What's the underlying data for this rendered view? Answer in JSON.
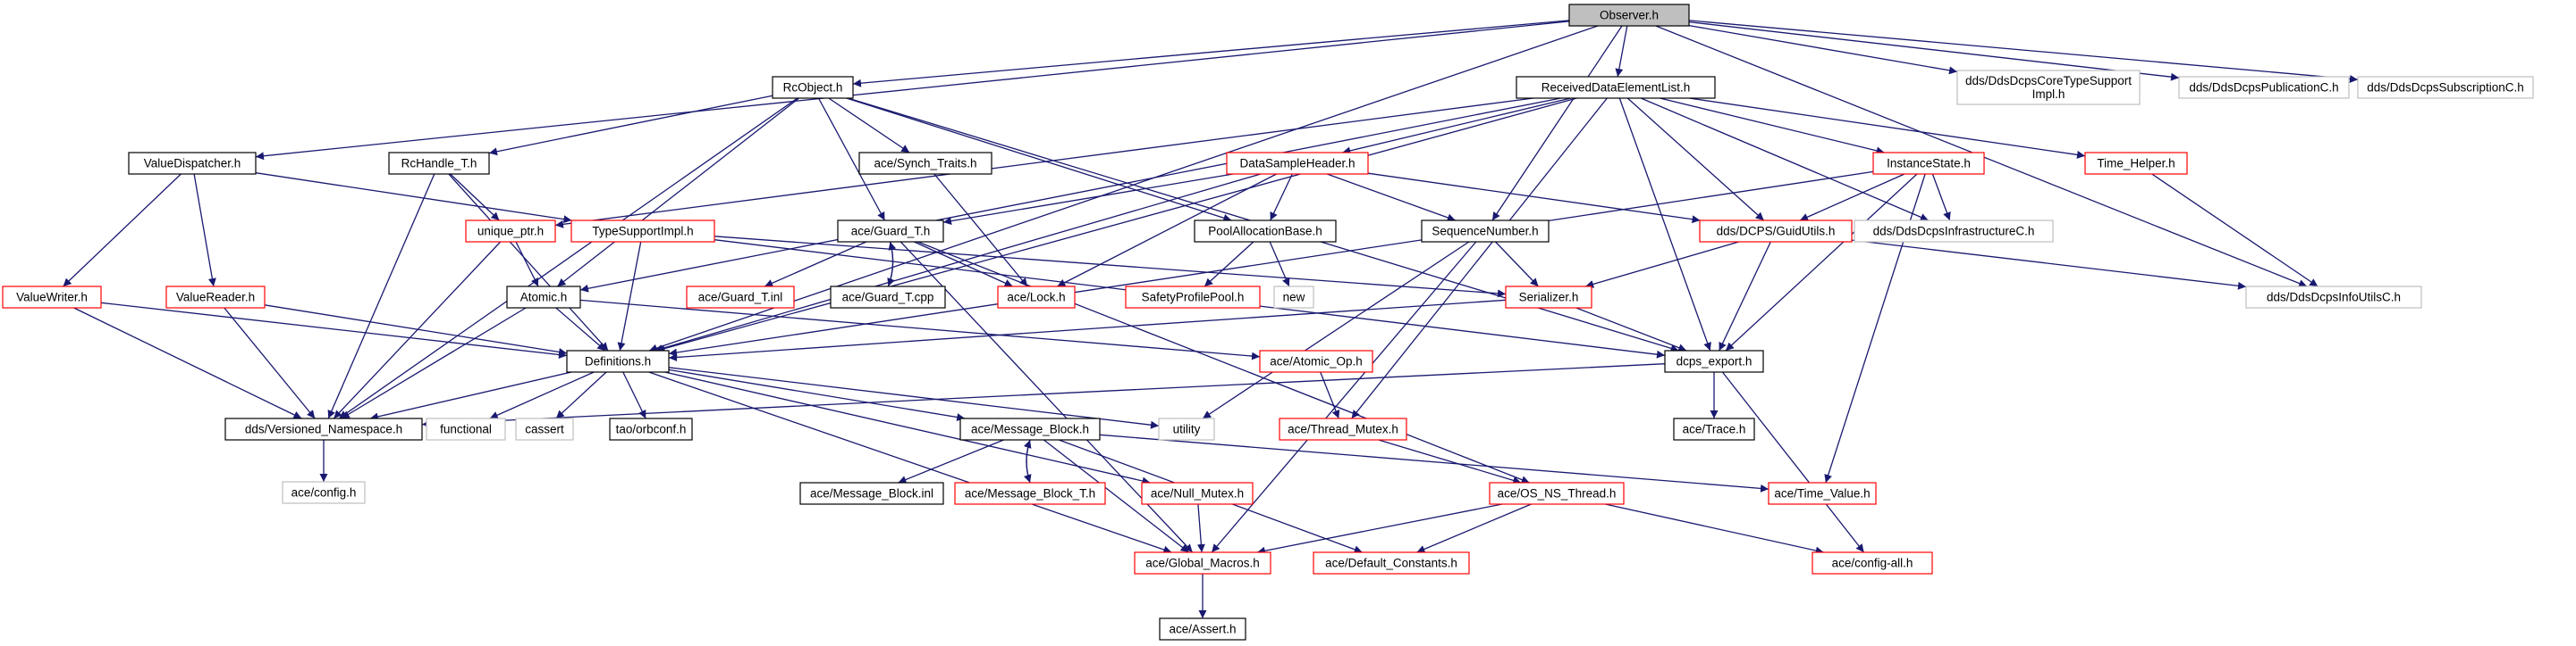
{
  "title": "Observer.h",
  "colors": {
    "edge": "#191970",
    "normal_border": "#000000",
    "red_border": "#ff0000",
    "gray_border": "#bfbfbf",
    "root_fill": "#bfbfbf",
    "fill": "#ffffff"
  },
  "nodes": [
    {
      "id": "observer",
      "label": "Observer.h",
      "style": "root",
      "link": false
    },
    {
      "id": "rcobject",
      "label": "RcObject.h",
      "style": "normal",
      "link": true
    },
    {
      "id": "received",
      "label": "ReceivedDataElementList.h",
      "style": "normal",
      "link": true
    },
    {
      "id": "coretype",
      "label": "dds/DdsDcpsCoreTypeSupport\nImpl.h",
      "style": "gray",
      "link": false
    },
    {
      "id": "publication",
      "label": "dds/DdsDcpsPublicationC.h",
      "style": "gray",
      "link": false
    },
    {
      "id": "subscription",
      "label": "dds/DdsDcpsSubscriptionC.h",
      "style": "gray",
      "link": false
    },
    {
      "id": "valuedispatcher",
      "label": "ValueDispatcher.h",
      "style": "normal",
      "link": true
    },
    {
      "id": "rchandle",
      "label": "RcHandle_T.h",
      "style": "normal",
      "link": true
    },
    {
      "id": "synch",
      "label": "ace/Synch_Traits.h",
      "style": "normal",
      "link": true
    },
    {
      "id": "datasampleheader",
      "label": "DataSampleHeader.h",
      "style": "red",
      "link": true
    },
    {
      "id": "instancestate",
      "label": "InstanceState.h",
      "style": "red",
      "link": true
    },
    {
      "id": "timehelper",
      "label": "Time_Helper.h",
      "style": "red",
      "link": true
    },
    {
      "id": "uniqueptr",
      "label": "unique_ptr.h",
      "style": "red",
      "link": true
    },
    {
      "id": "typesupportimpl",
      "label": "TypeSupportImpl.h",
      "style": "red",
      "link": true
    },
    {
      "id": "guardh",
      "label": "ace/Guard_T.h",
      "style": "normal",
      "link": true
    },
    {
      "id": "poolalloc",
      "label": "PoolAllocationBase.h",
      "style": "normal",
      "link": true
    },
    {
      "id": "seqnum",
      "label": "SequenceNumber.h",
      "style": "normal",
      "link": true
    },
    {
      "id": "guidutils",
      "label": "dds/DCPS/GuidUtils.h",
      "style": "red",
      "link": true
    },
    {
      "id": "infrastructure",
      "label": "dds/DdsDcpsInfrastructureC.h",
      "style": "gray",
      "link": false
    },
    {
      "id": "infoutils",
      "label": "dds/DdsDcpsInfoUtilsC.h",
      "style": "gray",
      "link": false
    },
    {
      "id": "valuewriter",
      "label": "ValueWriter.h",
      "style": "red",
      "link": true
    },
    {
      "id": "valuereader",
      "label": "ValueReader.h",
      "style": "red",
      "link": true
    },
    {
      "id": "atomic",
      "label": "Atomic.h",
      "style": "normal",
      "link": true
    },
    {
      "id": "guardinl",
      "label": "ace/Guard_T.inl",
      "style": "red",
      "link": true
    },
    {
      "id": "guardcpp",
      "label": "ace/Guard_T.cpp",
      "style": "normal",
      "link": true
    },
    {
      "id": "lock",
      "label": "ace/Lock.h",
      "style": "red",
      "link": true
    },
    {
      "id": "safetyprofile",
      "label": "SafetyProfilePool.h",
      "style": "red",
      "link": true
    },
    {
      "id": "new",
      "label": "new",
      "style": "gray",
      "link": false
    },
    {
      "id": "serializer",
      "label": "Serializer.h",
      "style": "red",
      "link": true
    },
    {
      "id": "definitions",
      "label": "Definitions.h",
      "style": "normal",
      "link": true
    },
    {
      "id": "atomicop",
      "label": "ace/Atomic_Op.h",
      "style": "red",
      "link": true
    },
    {
      "id": "dcpsexport",
      "label": "dcps_export.h",
      "style": "normal",
      "link": true
    },
    {
      "id": "versioned",
      "label": "dds/Versioned_Namespace.h",
      "style": "normal",
      "link": true
    },
    {
      "id": "functional",
      "label": "functional",
      "style": "gray",
      "link": false
    },
    {
      "id": "cassert",
      "label": "cassert",
      "style": "gray",
      "link": false
    },
    {
      "id": "orbconf",
      "label": "tao/orbconf.h",
      "style": "normal",
      "link": true
    },
    {
      "id": "utility",
      "label": "utility",
      "style": "gray",
      "link": false
    },
    {
      "id": "threadmutex",
      "label": "ace/Thread_Mutex.h",
      "style": "red",
      "link": true
    },
    {
      "id": "acetrace",
      "label": "ace/Trace.h",
      "style": "normal",
      "link": true
    },
    {
      "id": "aceconfig",
      "label": "ace/config.h",
      "style": "gray",
      "link": false
    },
    {
      "id": "msgblock",
      "label": "ace/Message_Block.h",
      "style": "normal",
      "link": true
    },
    {
      "id": "msgblockinl",
      "label": "ace/Message_Block.inl",
      "style": "normal",
      "link": true
    },
    {
      "id": "msgblockt",
      "label": "ace/Message_Block_T.h",
      "style": "red",
      "link": true
    },
    {
      "id": "nullmutex",
      "label": "ace/Null_Mutex.h",
      "style": "red",
      "link": true
    },
    {
      "id": "osnsthread",
      "label": "ace/OS_NS_Thread.h",
      "style": "red",
      "link": true
    },
    {
      "id": "timevalue",
      "label": "ace/Time_Value.h",
      "style": "red",
      "link": true
    },
    {
      "id": "globalmacros",
      "label": "ace/Global_Macros.h",
      "style": "red",
      "link": true
    },
    {
      "id": "defaultconst",
      "label": "ace/Default_Constants.h",
      "style": "red",
      "link": true
    },
    {
      "id": "configall",
      "label": "ace/config-all.h",
      "style": "red",
      "link": true
    },
    {
      "id": "aceassert",
      "label": "ace/Assert.h",
      "style": "normal",
      "link": true
    }
  ],
  "edges": [
    [
      "observer",
      "rcobject"
    ],
    [
      "observer",
      "received"
    ],
    [
      "observer",
      "coretype"
    ],
    [
      "observer",
      "publication"
    ],
    [
      "observer",
      "subscription"
    ],
    [
      "observer",
      "valuedispatcher"
    ],
    [
      "observer",
      "definitions"
    ],
    [
      "observer",
      "seqnum"
    ],
    [
      "observer",
      "infoutils"
    ],
    [
      "rcobject",
      "rchandle"
    ],
    [
      "rcobject",
      "synch"
    ],
    [
      "rcobject",
      "guardh"
    ],
    [
      "rcobject",
      "poolalloc"
    ],
    [
      "rcobject",
      "atomic"
    ],
    [
      "rcobject",
      "versioned"
    ],
    [
      "rcobject",
      "dcpsexport"
    ],
    [
      "received",
      "datasampleheader"
    ],
    [
      "received",
      "instancestate"
    ],
    [
      "received",
      "timehelper"
    ],
    [
      "received",
      "guidutils"
    ],
    [
      "received",
      "infrastructure"
    ],
    [
      "received",
      "dcpsexport"
    ],
    [
      "received",
      "definitions"
    ],
    [
      "received",
      "uniqueptr"
    ],
    [
      "received",
      "atomic"
    ],
    [
      "received",
      "threadmutex"
    ],
    [
      "valuedispatcher",
      "valuewriter"
    ],
    [
      "valuedispatcher",
      "valuereader"
    ],
    [
      "valuedispatcher",
      "typesupportimpl"
    ],
    [
      "rchandle",
      "uniqueptr"
    ],
    [
      "rchandle",
      "definitions"
    ],
    [
      "rchandle",
      "versioned"
    ],
    [
      "synch",
      "lock"
    ],
    [
      "datasampleheader",
      "guardh"
    ],
    [
      "datasampleheader",
      "poolalloc"
    ],
    [
      "datasampleheader",
      "seqnum"
    ],
    [
      "datasampleheader",
      "guidutils"
    ],
    [
      "datasampleheader",
      "lock"
    ],
    [
      "datasampleheader",
      "definitions"
    ],
    [
      "instancestate",
      "guidutils"
    ],
    [
      "instancestate",
      "infrastructure"
    ],
    [
      "instancestate",
      "dcpsexport"
    ],
    [
      "instancestate",
      "timevalue"
    ],
    [
      "instancestate",
      "definitions"
    ],
    [
      "timehelper",
      "infoutils"
    ],
    [
      "uniqueptr",
      "atomic"
    ],
    [
      "uniqueptr",
      "versioned"
    ],
    [
      "typesupportimpl",
      "definitions"
    ],
    [
      "typesupportimpl",
      "serializer"
    ],
    [
      "typesupportimpl",
      "dcpsexport"
    ],
    [
      "guardh",
      "guardinl"
    ],
    [
      "guardh",
      "guardcpp"
    ],
    [
      "guardh",
      "lock"
    ],
    [
      "guardh",
      "globalmacros"
    ],
    [
      "guardh",
      "osnsthread"
    ],
    [
      "guardcpp",
      "guardh"
    ],
    [
      "poolalloc",
      "safetyprofile"
    ],
    [
      "poolalloc",
      "new"
    ],
    [
      "seqnum",
      "serializer"
    ],
    [
      "seqnum",
      "globalmacros"
    ],
    [
      "seqnum",
      "utility"
    ],
    [
      "guidutils",
      "serializer"
    ],
    [
      "guidutils",
      "dcpsexport"
    ],
    [
      "guidutils",
      "infoutils"
    ],
    [
      "valuewriter",
      "definitions"
    ],
    [
      "valuewriter",
      "versioned"
    ],
    [
      "valuereader",
      "definitions"
    ],
    [
      "valuereader",
      "versioned"
    ],
    [
      "atomic",
      "definitions"
    ],
    [
      "atomic",
      "atomicop"
    ],
    [
      "atomic",
      "versioned"
    ],
    [
      "serializer",
      "definitions"
    ],
    [
      "serializer",
      "dcpsexport"
    ],
    [
      "definitions",
      "versioned"
    ],
    [
      "definitions",
      "functional"
    ],
    [
      "definitions",
      "cassert"
    ],
    [
      "definitions",
      "orbconf"
    ],
    [
      "definitions",
      "utility"
    ],
    [
      "definitions",
      "msgblock"
    ],
    [
      "definitions",
      "globalmacros"
    ],
    [
      "definitions",
      "nullmutex"
    ],
    [
      "atomicop",
      "threadmutex"
    ],
    [
      "dcpsexport",
      "acetrace"
    ],
    [
      "dcpsexport",
      "versioned"
    ],
    [
      "dcpsexport",
      "configall"
    ],
    [
      "versioned",
      "aceconfig"
    ],
    [
      "threadmutex",
      "osnsthread"
    ],
    [
      "msgblock",
      "msgblockinl"
    ],
    [
      "msgblock",
      "msgblockt"
    ],
    [
      "msgblock",
      "defaultconst"
    ],
    [
      "msgblock",
      "globalmacros"
    ],
    [
      "msgblock",
      "timevalue"
    ],
    [
      "msgblockt",
      "msgblock"
    ],
    [
      "nullmutex",
      "globalmacros"
    ],
    [
      "osnsthread",
      "globalmacros"
    ],
    [
      "osnsthread",
      "defaultconst"
    ],
    [
      "osnsthread",
      "configall"
    ],
    [
      "globalmacros",
      "aceassert"
    ]
  ]
}
